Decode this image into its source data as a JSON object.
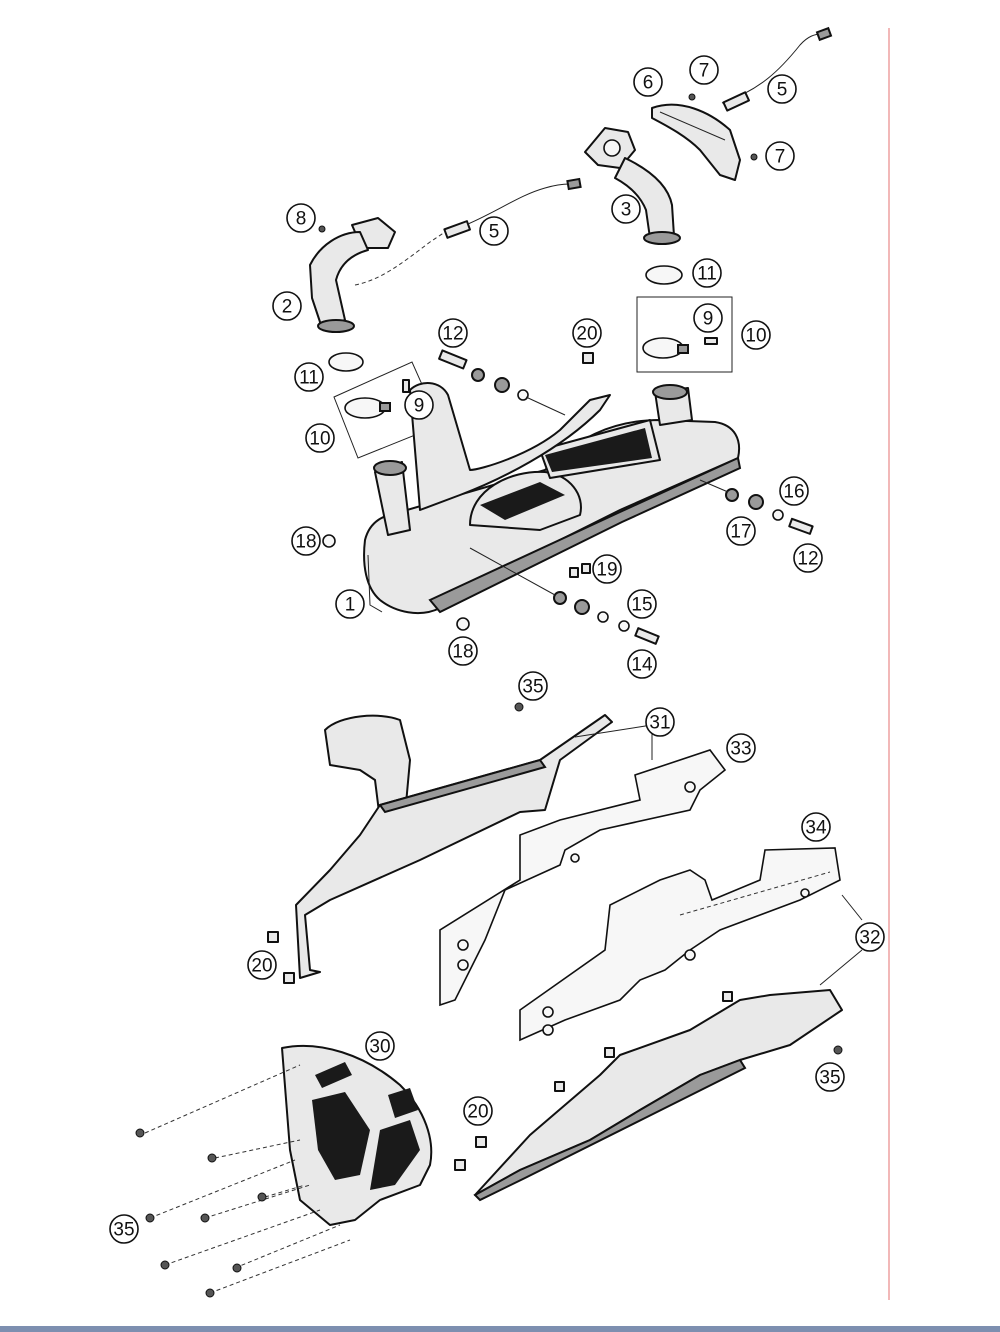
{
  "callouts": [
    {
      "id": "c1",
      "label": "1"
    },
    {
      "id": "c2",
      "label": "2"
    },
    {
      "id": "c3",
      "label": "3"
    },
    {
      "id": "c5a",
      "label": "5"
    },
    {
      "id": "c5b",
      "label": "5"
    },
    {
      "id": "c6",
      "label": "6"
    },
    {
      "id": "c7a",
      "label": "7"
    },
    {
      "id": "c7b",
      "label": "7"
    },
    {
      "id": "c8",
      "label": "8"
    },
    {
      "id": "c9a",
      "label": "9"
    },
    {
      "id": "c9b",
      "label": "9"
    },
    {
      "id": "c10a",
      "label": "10"
    },
    {
      "id": "c10b",
      "label": "10"
    },
    {
      "id": "c11a",
      "label": "11"
    },
    {
      "id": "c11b",
      "label": "11"
    },
    {
      "id": "c12a",
      "label": "12"
    },
    {
      "id": "c12b",
      "label": "12"
    },
    {
      "id": "c14",
      "label": "14"
    },
    {
      "id": "c15",
      "label": "15"
    },
    {
      "id": "c16",
      "label": "16"
    },
    {
      "id": "c17",
      "label": "17"
    },
    {
      "id": "c18a",
      "label": "18"
    },
    {
      "id": "c18b",
      "label": "18"
    },
    {
      "id": "c19",
      "label": "19"
    },
    {
      "id": "c20a",
      "label": "20"
    },
    {
      "id": "c20b",
      "label": "20"
    },
    {
      "id": "c20c",
      "label": "20"
    },
    {
      "id": "c30",
      "label": "30"
    },
    {
      "id": "c31",
      "label": "31"
    },
    {
      "id": "c32",
      "label": "32"
    },
    {
      "id": "c33",
      "label": "33"
    },
    {
      "id": "c34",
      "label": "34"
    },
    {
      "id": "c35a",
      "label": "35"
    },
    {
      "id": "c35b",
      "label": "35"
    },
    {
      "id": "c35c",
      "label": "35"
    }
  ]
}
